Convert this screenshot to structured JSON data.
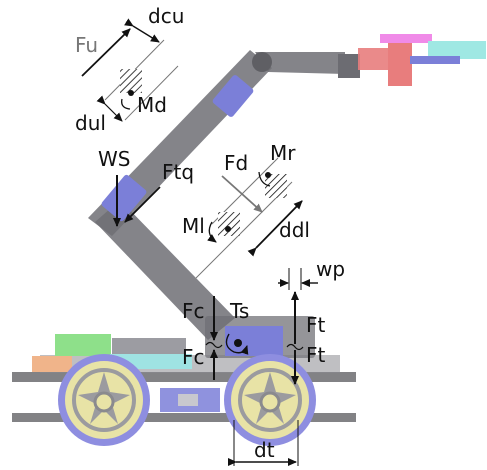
{
  "labels": {
    "dcu": "dcu",
    "Fu": "Fu",
    "Md": "Md",
    "dul": "dul",
    "WS": "WS",
    "Ftq": "Ftq",
    "Fd": "Fd",
    "Mr": "Mr",
    "Ml": "Ml",
    "ddl": "ddl",
    "wp": "wp",
    "Fc_top": "Fc",
    "Ts": "Ts",
    "Ft_top": "Ft",
    "Fc_bottom": "Fc",
    "Ft_bottom": "Ft",
    "dt": "dt"
  },
  "colors": {
    "arm": "#6f6f74",
    "arm_light": "#8a8a90",
    "joint": "#7b7fd8",
    "wheel_rim": "#8e8ee0",
    "wheel_hub": "#e8e3a6",
    "wheel_spoke": "#9b9b9f",
    "chassis": "#6c6c70",
    "block_green": "#8ee08a",
    "block_orange": "#f0b48a",
    "block_cyan": "#9fe3e3",
    "gripper_red": "#e87d7d",
    "gripper_pink": "#f08ae8",
    "gripper_cyan": "#9fe8e3",
    "ink": "#111111",
    "ink_grey": "#777777"
  },
  "icons": {
    "moment": "curved-arrow-icon",
    "support": "hatched-support-icon",
    "joint_point": "dot-icon"
  }
}
